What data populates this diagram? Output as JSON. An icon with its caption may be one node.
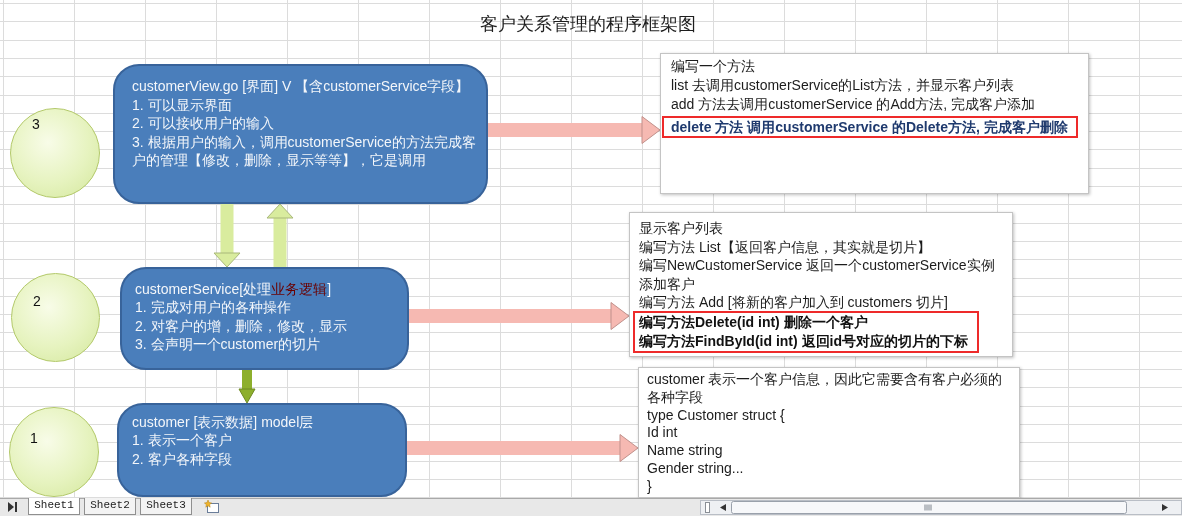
{
  "diagram": {
    "title": "客户关系管理的程序框架图",
    "nodes": [
      {
        "text": [
          "3"
        ]
      },
      {
        "text": [
          "customerView.go [界面] V 【含customerService字段】",
          "1. 可以显示界面",
          "2. 可以接收用户的输入",
          "3. 根据用户的输入，调用customerService的方法完成客户的管理【修改，删除，显示等等】，它是调用"
        ]
      },
      {
        "text": [
          "编写一个方法",
          "list 去调用customerService的List方法，并显示客户列表",
          "add 方法去调用customerService 的Add方法, 完成客户添加"
        ]
      },
      {
        "text": [
          "delete 方法 调用customerService 的Delete方法, 完成客户删除"
        ],
        "in": 2
      },
      {
        "text": [
          "2"
        ]
      },
      {
        "text": [
          "customerService[处理**业务逻辑**]",
          "1. 完成对用户的各种操作",
          "2. 对客户的增，删除，修改，显示",
          "3. 会声明一个customer的切片"
        ]
      },
      {
        "text": [
          "显示客户列表",
          "编写方法 List【返回客户信息，其实就是切片】",
          "编写NewCustomerService 返回一个customerService实例",
          "添加客户",
          "编写方法 Add [将新的客户加入到 customers 切片]"
        ]
      },
      {
        "text": [
          "编写方法Delete(id int) 删除一个客户",
          "编写方法FindById(id int) 返回id号对应的切片的下标"
        ],
        "in": 6
      },
      {
        "text": [
          "1"
        ]
      },
      {
        "text": [
          "customer [表示数据] model层",
          "1. 表示一个客户",
          "2. 客户各种字段"
        ]
      },
      {
        "text": [
          "customer 表示一个客户信息，因此它需要含有客户必须的各种字段",
          "type Customer struct {",
          "Id int",
          "Name string",
          "Gender string...",
          "}"
        ]
      }
    ],
    "edges": [
      {
        "from": 1,
        "to": 2,
        "arrow": "to"
      },
      {
        "from": 1,
        "to": 5,
        "arrow": "to",
        "color": "#d9ec9e"
      },
      {
        "from": 5,
        "to": 1,
        "arrow": "to",
        "color": "#d9ec9e"
      },
      {
        "from": 5,
        "to": 6,
        "arrow": "to"
      },
      {
        "from": 5,
        "to": 9,
        "arrow": "to",
        "color": "#8daf2c"
      },
      {
        "from": 9,
        "to": 10,
        "arrow": "to"
      }
    ],
    "labels": [
      "Sheet1",
      "Sheet2",
      "Sheet3"
    ]
  }
}
